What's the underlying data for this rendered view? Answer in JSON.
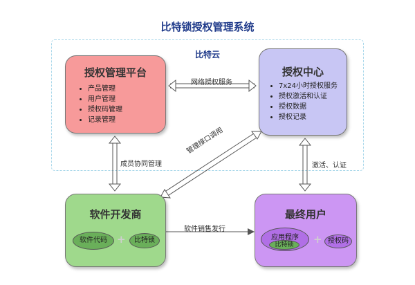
{
  "title": "比特锁授权管理系统",
  "cloud_label": "比特云",
  "nodes": {
    "admin": {
      "title": "授权管理平台",
      "items": [
        "产品管理",
        "用户管理",
        "授权码管理",
        "记录管理"
      ],
      "color": "#f79a9a"
    },
    "center": {
      "title": "授权中心",
      "items": [
        "7x24小时授权服务",
        "授权激活和认证",
        "授权数据",
        "授权记录"
      ],
      "color": "#c8c6f4"
    },
    "dev": {
      "title": "软件开发商",
      "code": "软件代码",
      "lock": "比特锁",
      "color": "#9fd98c"
    },
    "user": {
      "title": "最终用户",
      "app": "应用程序",
      "lock": "比特锁",
      "code": "授权码",
      "color": "#cc96f3"
    }
  },
  "edges": {
    "network": "网络授权服务",
    "member": "成员协同管理",
    "api": "管理接口调用",
    "activate": "激活、认证",
    "sales": "软件销售发行"
  }
}
